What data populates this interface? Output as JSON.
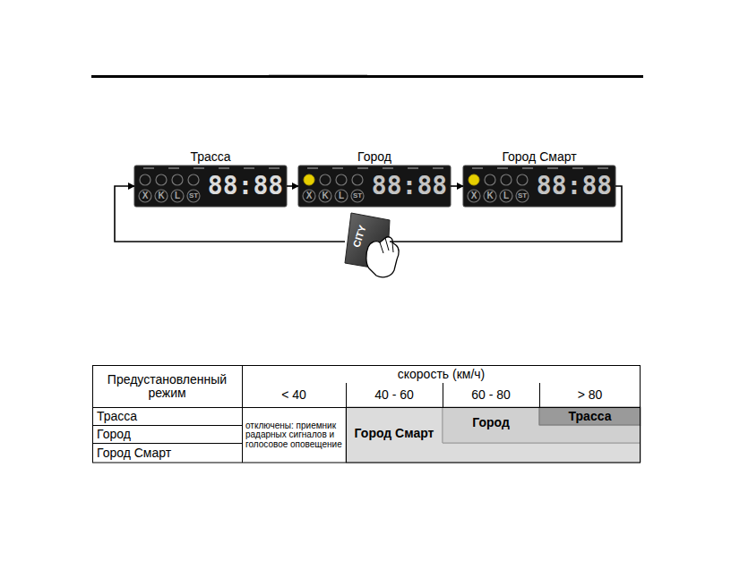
{
  "diagram": {
    "nodes": [
      {
        "text": [
          "Трасса"
        ]
      },
      {
        "text": [
          "Город"
        ]
      },
      {
        "text": [
          "Город Смарт"
        ]
      },
      {
        "text": [
          "CITY"
        ]
      }
    ],
    "edges": [
      {
        "from": 0,
        "to": 1,
        "arrow": "to"
      },
      {
        "from": 1,
        "to": 2,
        "arrow": "to"
      },
      {
        "from": 2,
        "to": 3,
        "arrow": "none"
      },
      {
        "from": 3,
        "to": 0,
        "arrow": "to"
      }
    ],
    "labels": [
      "X",
      "K",
      "L",
      "ST",
      "88:88",
      "X",
      "K",
      "L",
      "ST",
      "88:88",
      "X",
      "K",
      "L",
      "ST",
      "88:88",
      "Предустановленный режим",
      "скорость (км/ч)",
      "< 40",
      "40 - 60",
      "60 - 80",
      "> 80",
      "Трасса",
      "Город",
      "Город Смарт",
      "отключены: приемник радарных сигналов и голосовое оповещение",
      "Город Смарт",
      "Город",
      "Трасса"
    ]
  }
}
